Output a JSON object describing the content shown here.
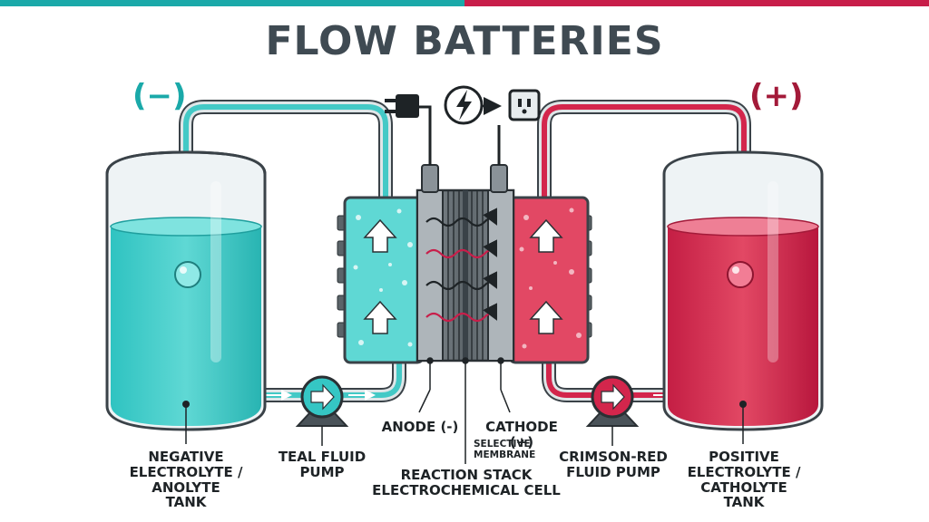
{
  "title": "FLOW BATTERIES",
  "colors": {
    "teal": "#35c6c4",
    "teal_dark": "#1f9f9e",
    "crimson": "#d3264c",
    "crimson_dark": "#a31a39",
    "accent_top_left": "#1aa9a9",
    "accent_top_right": "#c81e4a"
  },
  "signs": {
    "negative": "(−)",
    "positive": "(+)"
  },
  "icons": [
    "plug-icon",
    "lightning-bolt-icon",
    "arrow-right-icon",
    "power-outlet-icon"
  ],
  "labels": {
    "negative_tank": "NEGATIVE\nELECTROLYTE /\nANOLYTE\nTANK",
    "teal_pump": "TEAL FLUID\nPUMP",
    "anode": "ANODE (-)",
    "cathode": "CATHODE (+)",
    "membrane": "SELECTIVE\nMEMBRANE",
    "reaction_stack": "REACTION STACK\nELECTROCHEMICAL CELL",
    "crimson_pump": "CRIMSON-RED\nFLUID PUMP",
    "positive_tank": "POSITIVE\nELECTROLYTE /\nCATHOLYTE\nTANK"
  }
}
